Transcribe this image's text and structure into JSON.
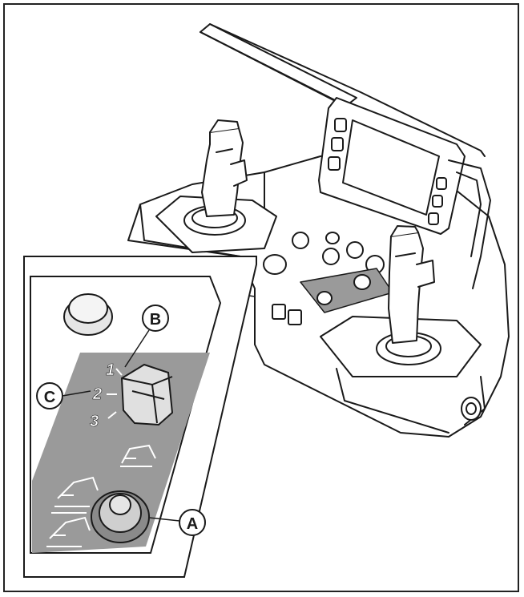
{
  "callouts": {
    "a": "A",
    "b": "B",
    "c": "C"
  },
  "positions": {
    "p1": "1",
    "p2": "2",
    "p3": "3"
  },
  "colors": {
    "line": "#1a1a1a",
    "panel": "#9a9a9a",
    "panel_dark": "#7d7d7d",
    "knob": "#bdbdbd",
    "background": "#ffffff"
  }
}
